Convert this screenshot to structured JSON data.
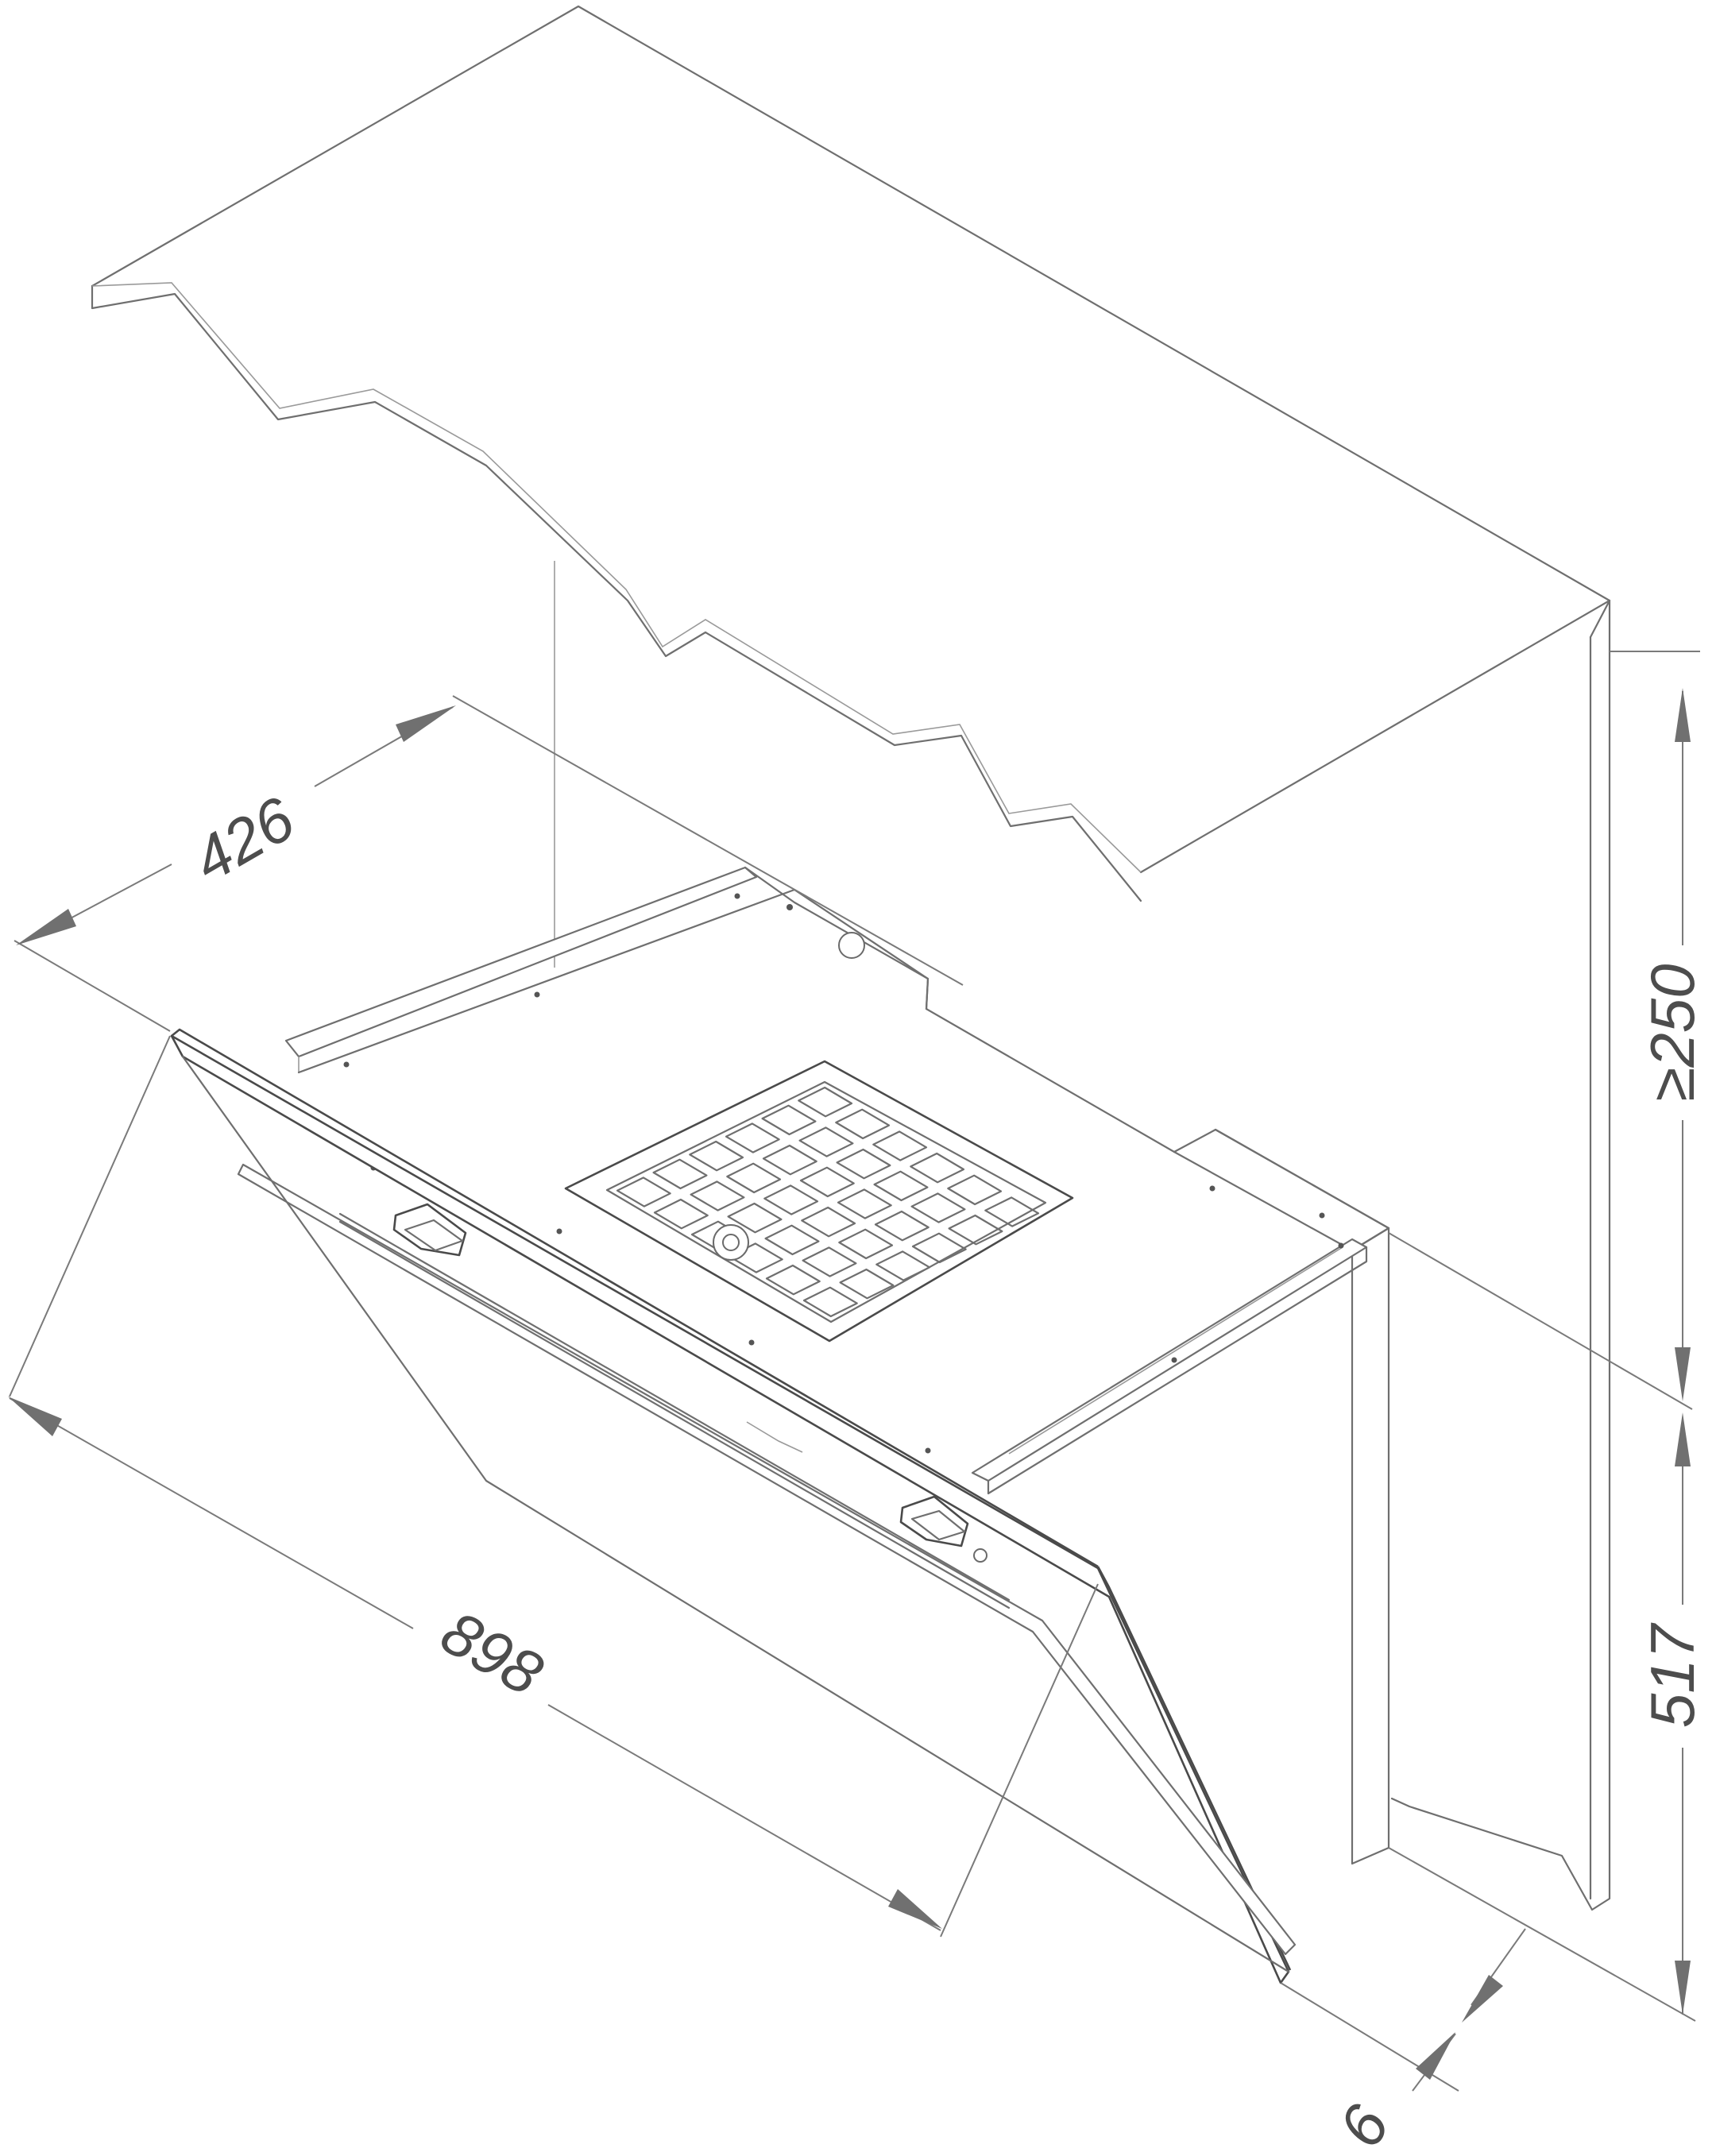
{
  "dimensions": {
    "depth": "426",
    "width": "898",
    "min_height": "≥250",
    "height": "517",
    "thickness": "6"
  },
  "colors": {
    "line": "#6f6f6f",
    "text": "#4d4d4d",
    "background": "#ffffff"
  }
}
